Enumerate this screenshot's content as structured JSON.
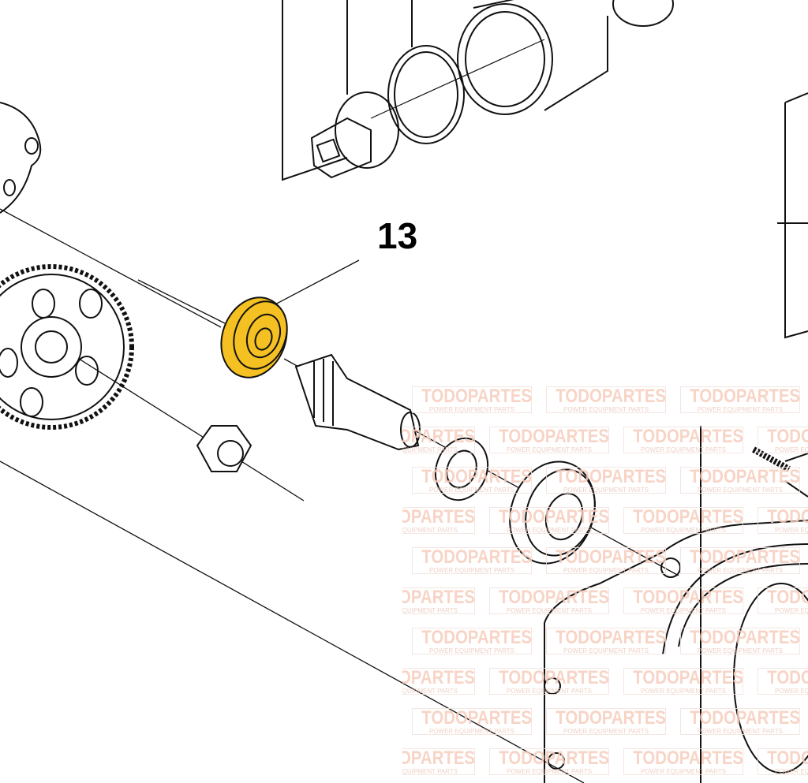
{
  "callout": {
    "number": "13"
  },
  "highlight_color": "#f5c021",
  "watermark": {
    "brand": "TODOPARTES",
    "tagline": "POWER EQUIPMENT PARTS"
  }
}
